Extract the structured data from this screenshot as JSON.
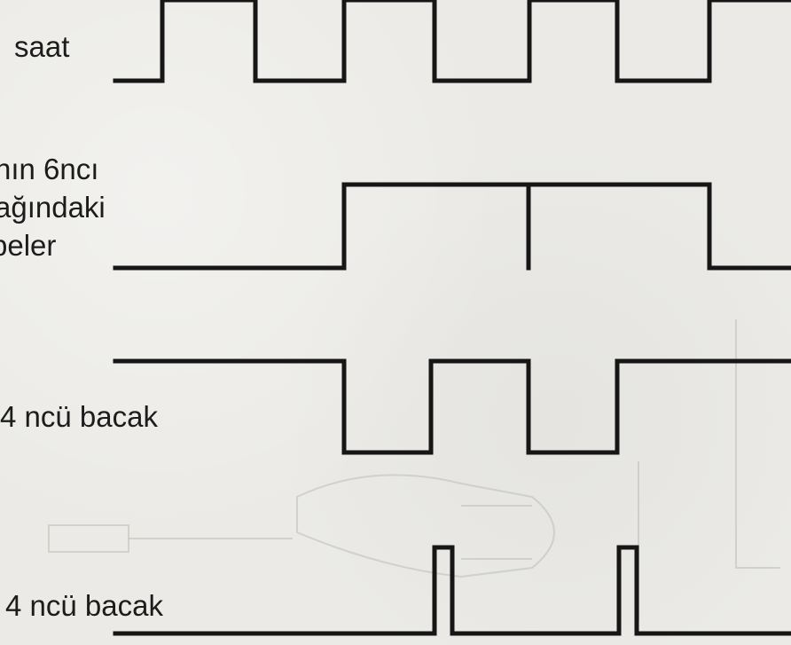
{
  "labels": {
    "saat": "saat",
    "line2a": "hın 6ncı",
    "line2b": "ağındaki",
    "line2c": "beler",
    "bacak_top": "4 ncü bacak",
    "bacak_bottom": "4 ncü bacak"
  },
  "colors": {
    "ink": "#161616",
    "paper": "#ebeae6"
  }
}
